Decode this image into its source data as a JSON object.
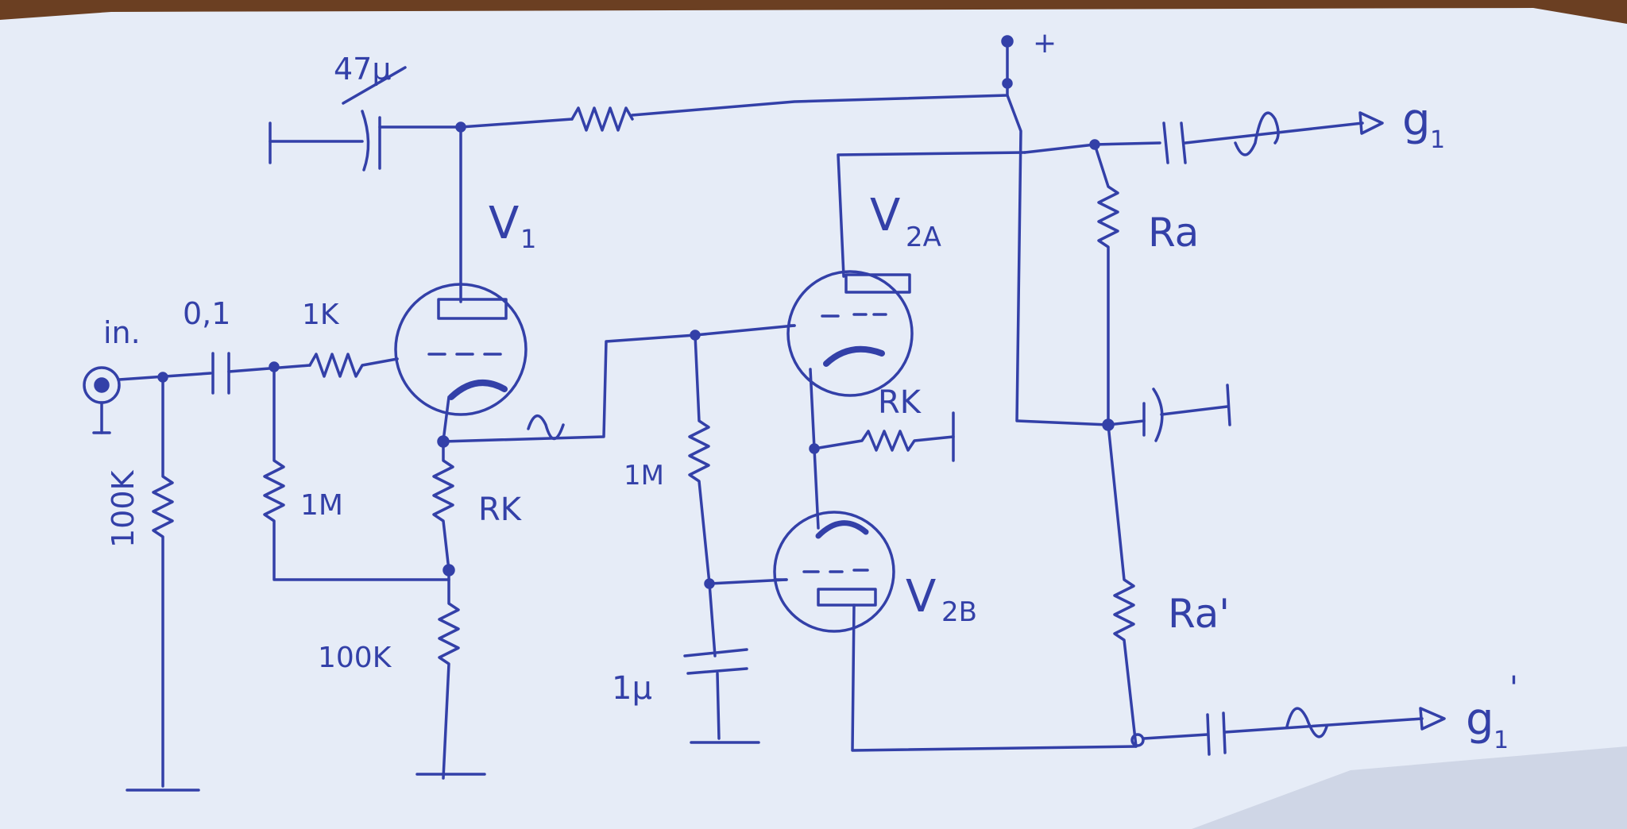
{
  "schematic": {
    "supply": "+",
    "input": "in.",
    "c_bypass": "47µ",
    "c_in": "0,1",
    "r_grid_stop": "1K",
    "r_input": "100K",
    "r_grid_v1": "1M",
    "r_k_v1": "RK",
    "r_tail": "100K",
    "tube_v1": "V",
    "tube_v1_sub": "1",
    "tube_v2a": "V",
    "tube_v2a_sub": "2A",
    "tube_v2b": "V",
    "tube_v2b_sub": "2B",
    "r_k_v2": "RK",
    "r_grid_v2": "1M",
    "c_v2b": "1µ",
    "r_a": "Ra",
    "r_a2": "Ra'",
    "out_1": "g",
    "out_1_sub": "1",
    "out_2": "g",
    "out_2_sub": "1",
    "out_2_mark": "'"
  },
  "colors": {
    "ink": "#3340a8",
    "paper": "#e6ecf7",
    "background": "#6b3f22"
  }
}
